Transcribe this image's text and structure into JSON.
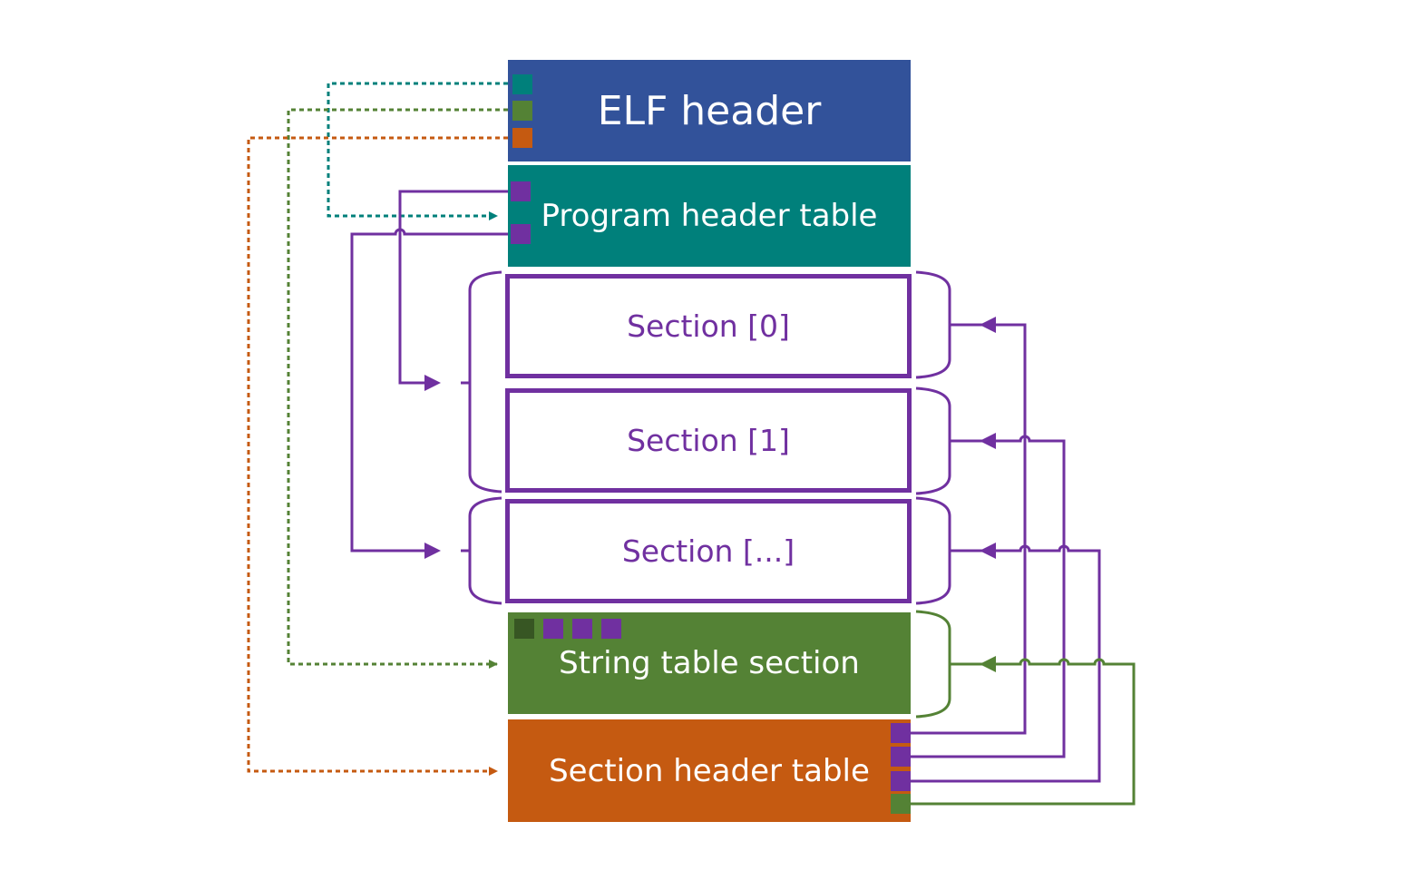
{
  "colors": {
    "elf_header": "#32529a",
    "program_header": "#00807b",
    "section_purple": "#7030a0",
    "string_table": "#548235",
    "string_table_dark": "#375623",
    "section_header": "#c55a11",
    "text_light": "#ffffff"
  },
  "blocks": {
    "elf_header": "ELF header",
    "program_header_table": "Program header table",
    "section_0": "Section [0]",
    "section_1": "Section [1]",
    "section_n": "Section [...]",
    "string_table_section": "String table section",
    "section_header_table": "Section header table"
  }
}
